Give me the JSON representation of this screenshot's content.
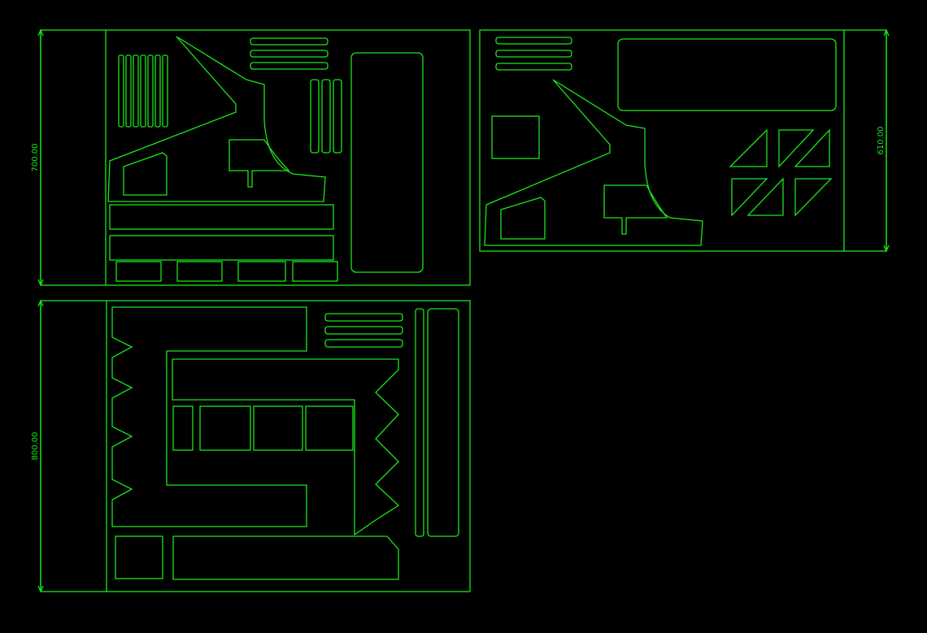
{
  "panels": [
    {
      "id": "top-left",
      "dimension_label": "700.00"
    },
    {
      "id": "top-right",
      "dimension_label": "610.00"
    },
    {
      "id": "bottom-left",
      "dimension_label": "800.00"
    }
  ],
  "colors": {
    "background": "#000000",
    "stroke": "#19e619"
  }
}
